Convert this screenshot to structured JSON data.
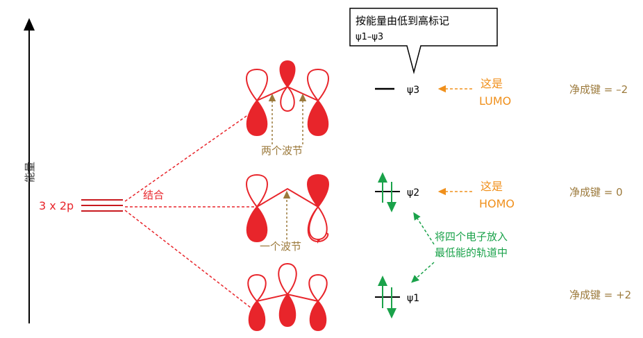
{
  "axis": {
    "label": "能量"
  },
  "ao": {
    "label": "3 x 2p"
  },
  "combine_label": "结合",
  "callout": {
    "line1": "按能量由低到高标记",
    "line2": "ψ1–ψ3"
  },
  "nodes": {
    "two": "两个波节",
    "one": "一个波节"
  },
  "orbitals": [
    {
      "id": "psi3",
      "label": "ψ3",
      "note": [
        "这是",
        "LUMO"
      ],
      "bond": "净成键 = –2",
      "electrons": 0
    },
    {
      "id": "psi2",
      "label": "ψ2",
      "note": [
        "这是",
        "HOMO"
      ],
      "bond": "净成键 = 0",
      "electrons": 2
    },
    {
      "id": "psi1",
      "label": "ψ1",
      "note": [],
      "bond": "净成键 = +2",
      "electrons": 2
    }
  ],
  "electron_note": [
    "将四个电子放入",
    "最低能的轨道中"
  ],
  "colors": {
    "lobe": "#e8252b",
    "node_arrow": "#9c7a3c",
    "note": "#f0901c",
    "green": "#1aa24a",
    "bond": "#9c7a3c",
    "level": "#000000"
  }
}
